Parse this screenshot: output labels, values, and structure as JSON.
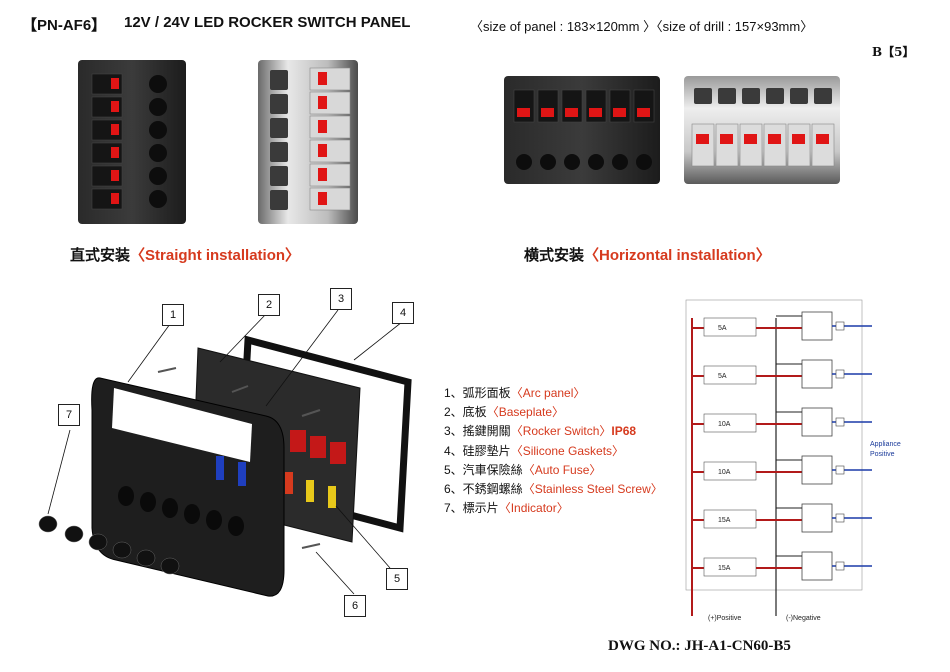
{
  "header": {
    "code": "【PN-AF6】",
    "title": "12V / 24V LED ROCKER SWITCH PANEL",
    "size_info": "〈size of panel : 183×120mm 〉〈size of drill : 157×93mm〉",
    "page": "B【5】"
  },
  "installations": {
    "straight": {
      "zh": "直式安装",
      "en": "〈Straight  installation〉"
    },
    "horizontal": {
      "zh": "横式安装",
      "en": "〈Horizontal  installation〉"
    }
  },
  "parts": [
    {
      "zh": "1、弧形面板",
      "en": "〈Arc panel〉",
      "extra": ""
    },
    {
      "zh": "2、底板",
      "en": "〈Baseplate〉",
      "extra": ""
    },
    {
      "zh": "3、搖鍵開關",
      "en": "〈Rocker Switch〉",
      "extra": "IP68"
    },
    {
      "zh": "4、硅膠墊片",
      "en": "〈Silicone Gaskets〉",
      "extra": ""
    },
    {
      "zh": "5、汽車保險絲",
      "en": "〈Auto Fuse〉",
      "extra": ""
    },
    {
      "zh": "6、不銹鋼螺絲",
      "en": "〈Stainless Steel Screw〉",
      "extra": ""
    },
    {
      "zh": "7、標示片",
      "en": "〈Indicator〉",
      "extra": ""
    }
  ],
  "callouts": [
    "1",
    "2",
    "3",
    "4",
    "5",
    "6",
    "7"
  ],
  "wiring": {
    "fuses": [
      "5A",
      "5A",
      "10A",
      "10A",
      "15A",
      "15A"
    ],
    "positive": "(+)Positive",
    "negative": "(-)Negative",
    "appliance": "Appliance",
    "appliance2": "Positive"
  },
  "dwg": "DWG NO.: JH-A1-CN60-B5",
  "colors": {
    "red_text": "#d63a1e",
    "wire_red": "#b21a1a",
    "wire_blue": "#1a3aa8"
  }
}
